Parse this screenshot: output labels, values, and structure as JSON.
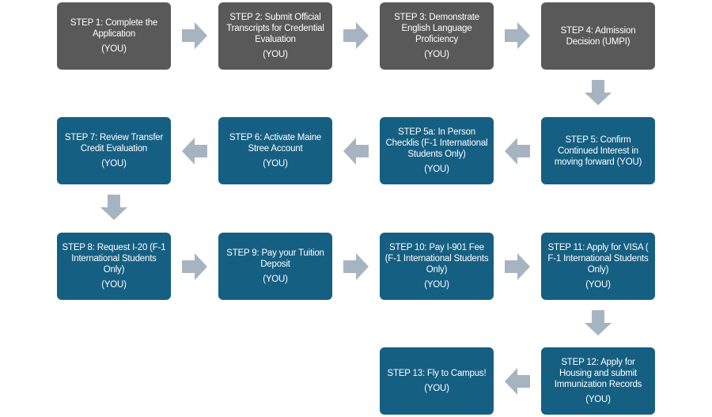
{
  "diagram": {
    "colors": {
      "completed_box": "#595959",
      "active_box": "#155f82",
      "arrow": "#a6b4c2",
      "text": "#ffffff"
    },
    "steps": [
      {
        "id": "1",
        "title": "STEP 1: Complete the Application",
        "who": "(YOU)"
      },
      {
        "id": "2",
        "title": "STEP 2: Submit Official Transcripts for Credential Evaluation",
        "who": "(YOU)"
      },
      {
        "id": "3",
        "title": "STEP 3: Demonstrate English Language Proficiency",
        "who": "(YOU)"
      },
      {
        "id": "4",
        "title": "STEP 4: Admission Decision (UMPI)",
        "who": ""
      },
      {
        "id": "5",
        "title": "STEP 5: Confirm Continued Interest in moving forward (YOU)",
        "who": ""
      },
      {
        "id": "5a",
        "title": "STEP 5a: In Person Checklis (F-1 International Students Only)",
        "who": "(YOU)"
      },
      {
        "id": "6",
        "title": "STEP 6: Activate Maine Stree Account",
        "who": "(YOU)"
      },
      {
        "id": "7",
        "title": "STEP 7: Review Transfer Credit Evaluation",
        "who": "(YOU)"
      },
      {
        "id": "8",
        "title": "STEP 8: Request I-20 (F-1 International Students Only)",
        "who": "(YOU)"
      },
      {
        "id": "9",
        "title": "STEP 9: Pay your Tuition Deposit",
        "who": "(YOU)"
      },
      {
        "id": "10",
        "title": "STEP 10: Pay I-901 Fee (F-1 International Students Only)",
        "who": "(YOU)"
      },
      {
        "id": "11",
        "title": "STEP 11: Apply for VISA ( F-1 International Students Only)",
        "who": "(YOU)"
      },
      {
        "id": "12",
        "title": "STEP 12: Apply for Housing  and submit Immunization Records",
        "who": "(YOU)"
      },
      {
        "id": "13",
        "title": "STEP 13: Fly to Campus!",
        "who": "(YOU)"
      }
    ],
    "flow": [
      {
        "from": "1",
        "to": "2",
        "direction": "right"
      },
      {
        "from": "2",
        "to": "3",
        "direction": "right"
      },
      {
        "from": "3",
        "to": "4",
        "direction": "right"
      },
      {
        "from": "4",
        "to": "5",
        "direction": "down"
      },
      {
        "from": "5",
        "to": "5a",
        "direction": "left"
      },
      {
        "from": "5a",
        "to": "6",
        "direction": "left"
      },
      {
        "from": "6",
        "to": "7",
        "direction": "left"
      },
      {
        "from": "7",
        "to": "8",
        "direction": "down"
      },
      {
        "from": "8",
        "to": "9",
        "direction": "right"
      },
      {
        "from": "9",
        "to": "10",
        "direction": "right"
      },
      {
        "from": "10",
        "to": "11",
        "direction": "right"
      },
      {
        "from": "11",
        "to": "12",
        "direction": "down"
      },
      {
        "from": "12",
        "to": "13",
        "direction": "left"
      }
    ]
  }
}
